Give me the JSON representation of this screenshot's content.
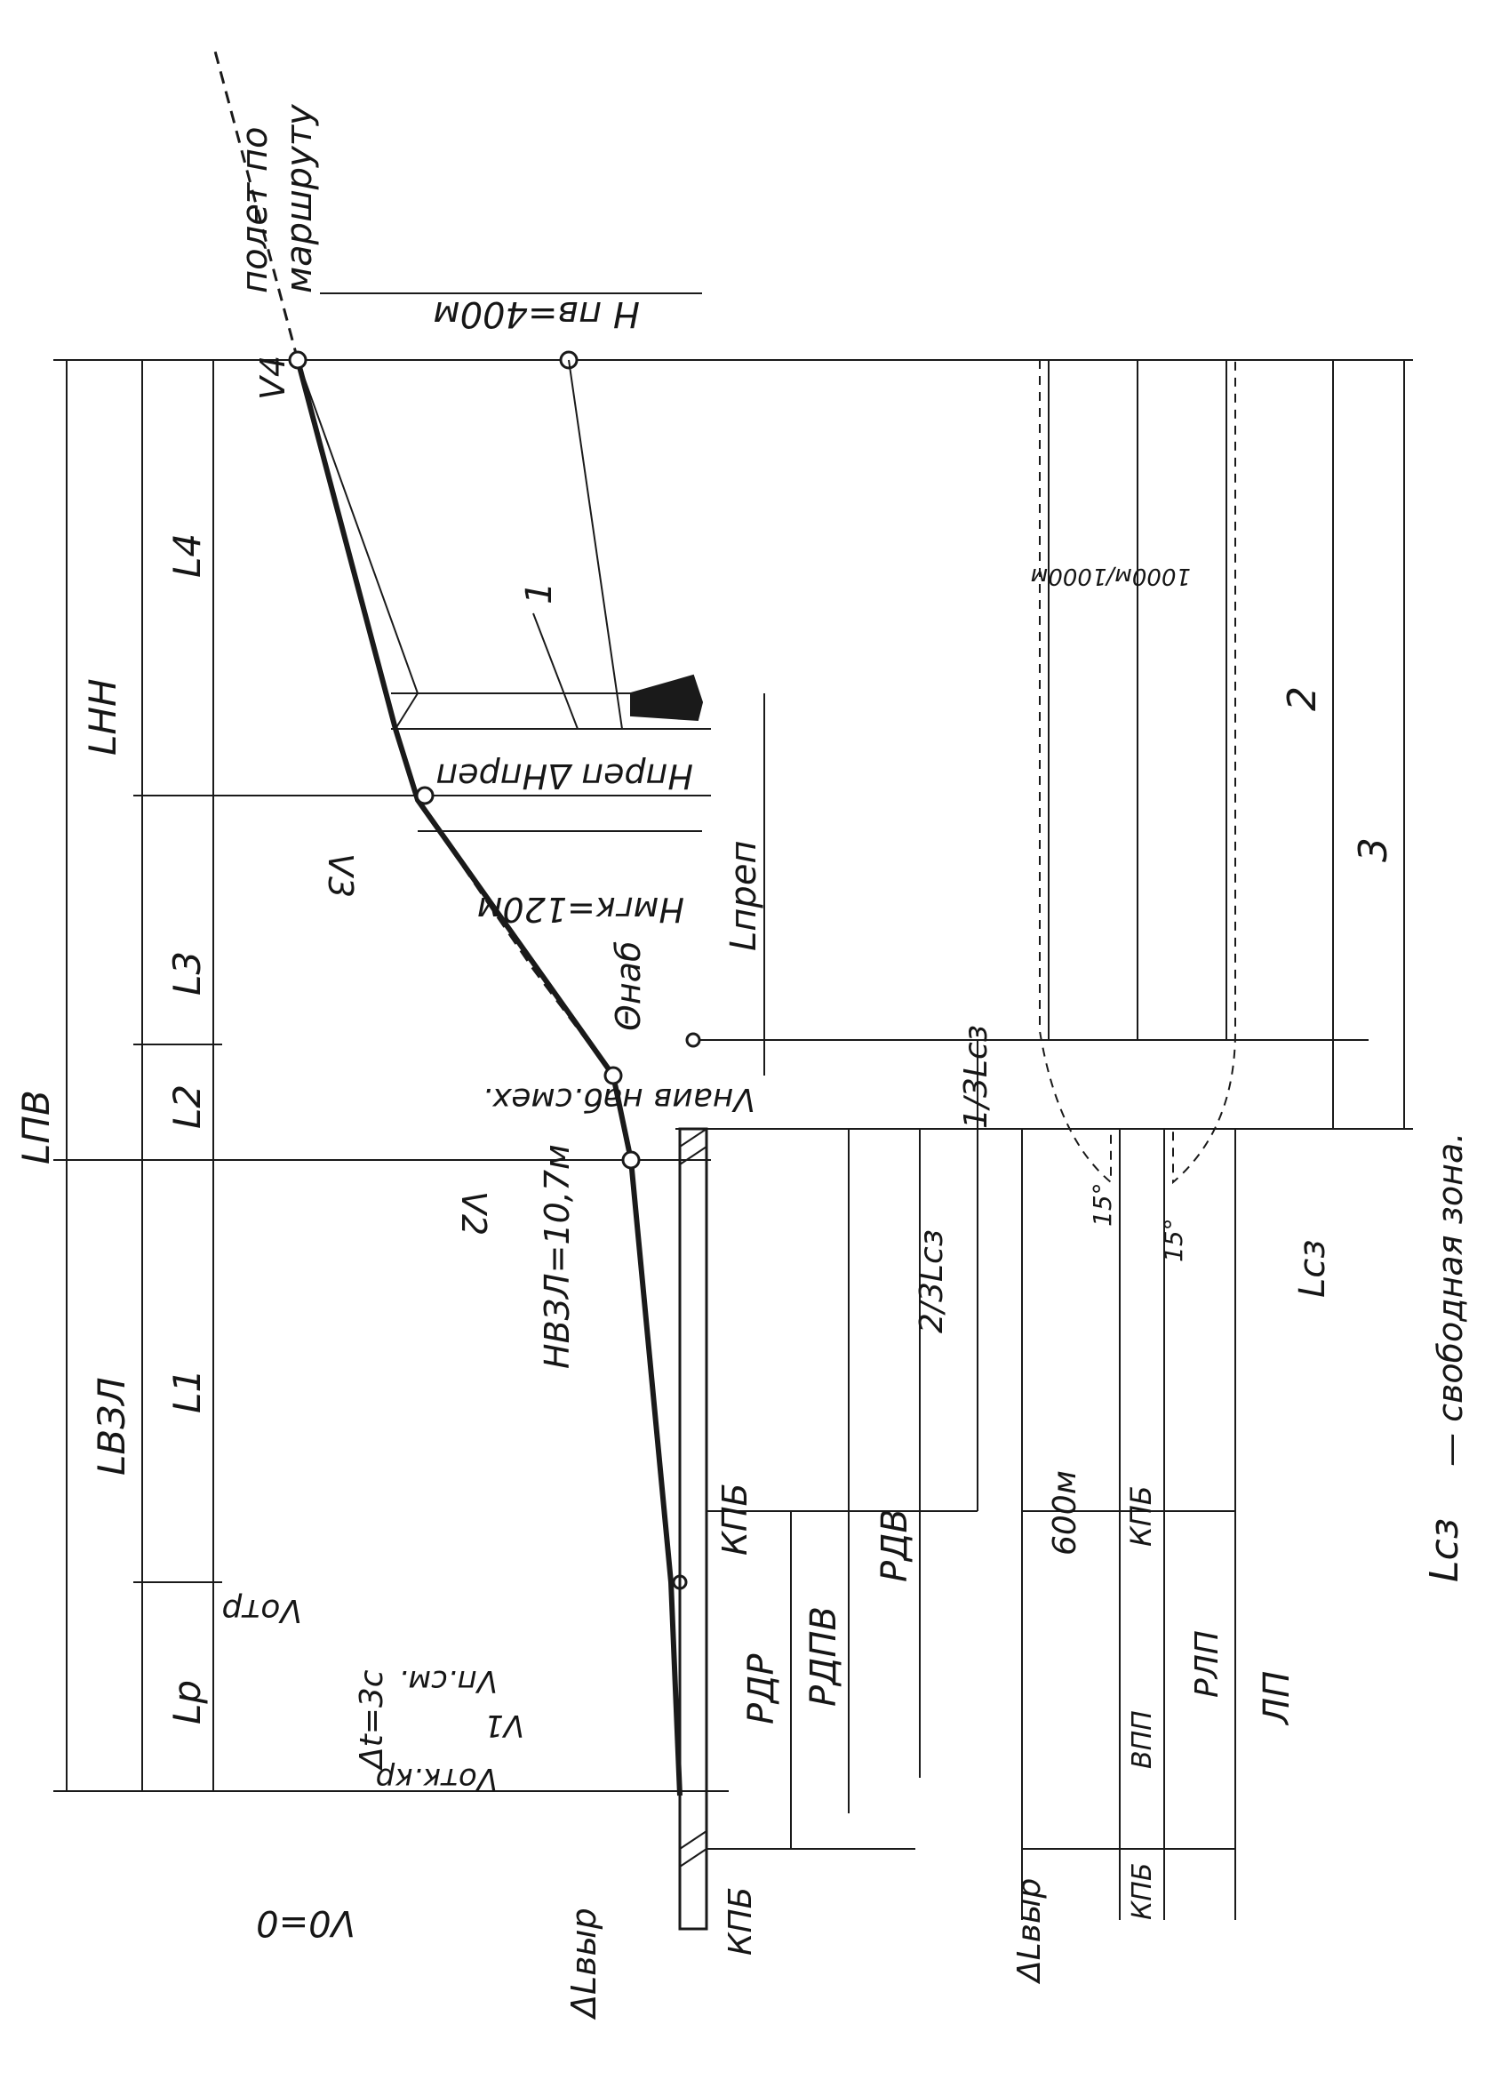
{
  "labels": {
    "route": "полет по",
    "route2": "маршруту",
    "h_pv": "Н пв=400м",
    "v4": "V4",
    "v3": "V3",
    "v2": "V2",
    "l_nn": "LНН",
    "l_pv": "LПВ",
    "l4": "L4",
    "l3": "L3",
    "l2": "L2",
    "l1": "L1",
    "lp": "Lр",
    "l_vzl": "LВЗЛ",
    "num1": "1",
    "num2": "2",
    "num3": "3",
    "h_prep": "Нпреп ΔНпреп",
    "h_mgk": "Нмгк=120м",
    "l_prep": "Lпреп",
    "theta": "Θнаб",
    "v_naiv": "Vнаив наб.смех.",
    "v_otr": "Vотр",
    "v_ncm": "Vп.см.",
    "v1": "V1",
    "v_otk": "Vотк.кр",
    "dt": "Δt=3с",
    "v0": "V0=0",
    "h_vzl": "НВЗЛ=10,7м",
    "dl_vyr": "ΔLвыр",
    "dl_vyr2": "ΔLвыр",
    "kpb_top": "КПБ",
    "kpb_bot": "КПБ",
    "rdr": "РДР",
    "rdpv": "РДПВ",
    "rdv": "РДВ",
    "l13": "1/3Lсз",
    "l23": "2/3Lсз",
    "l_sz": "Lсз",
    "width_1000": "1000м/1000м",
    "a15a": "15°",
    "a15b": "15°",
    "m600": "600м",
    "kpb2": "КПБ",
    "kpb3": "КПБ",
    "vpp": "ВПП",
    "rlp": "РЛП",
    "lp2": "ЛП",
    "legend_sym": "Lсз",
    "legend_text": "— свободная зона."
  }
}
